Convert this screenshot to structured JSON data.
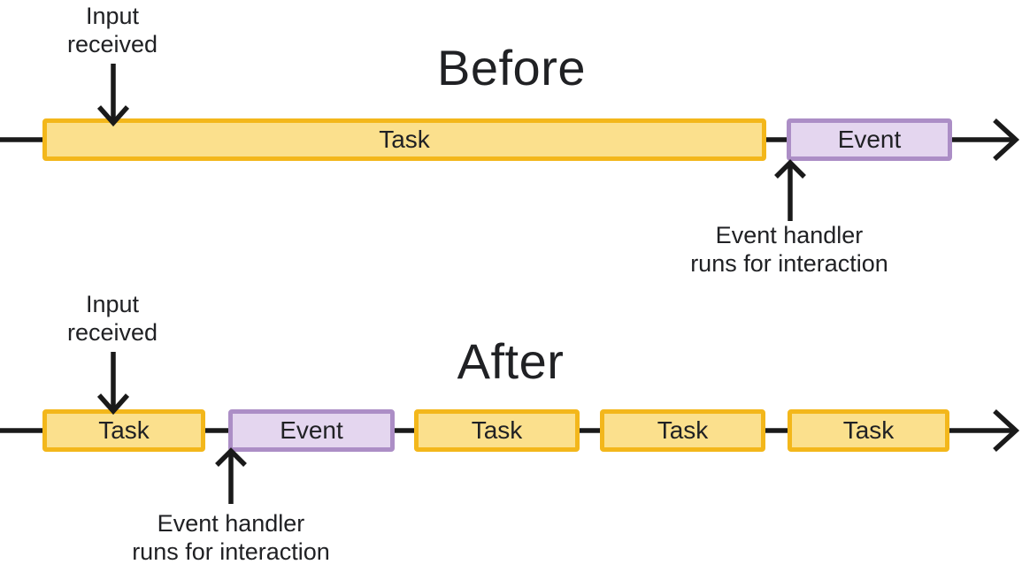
{
  "diagram": {
    "colors": {
      "task_fill": "#FBE08D",
      "task_border": "#F3B71B",
      "event_fill": "#E4D6EF",
      "event_border": "#AC8EC6",
      "line": "#1A1A1A",
      "text": "#202124"
    },
    "before": {
      "title": "Before",
      "input_label": "Input\nreceived",
      "handler_label": "Event handler\nruns for interaction",
      "segments": [
        {
          "type": "task",
          "label": "Task"
        },
        {
          "type": "event",
          "label": "Event"
        }
      ]
    },
    "after": {
      "title": "After",
      "input_label": "Input\nreceived",
      "handler_label": "Event handler\nruns for interaction",
      "segments": [
        {
          "type": "task",
          "label": "Task"
        },
        {
          "type": "event",
          "label": "Event"
        },
        {
          "type": "task",
          "label": "Task"
        },
        {
          "type": "task",
          "label": "Task"
        },
        {
          "type": "task",
          "label": "Task"
        }
      ]
    }
  }
}
